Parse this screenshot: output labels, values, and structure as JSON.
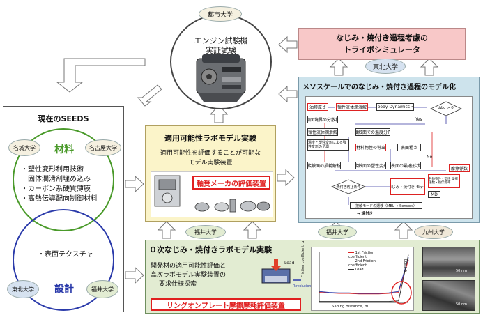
{
  "engine": {
    "org": "都市大学",
    "title_line1": "エンジン試験機",
    "title_line2": "実証試験"
  },
  "tribo_sim": {
    "title_line1": "なじみ・焼付き過程考慮の",
    "title_line2": "トライボシミュレータ",
    "org": "東北大学"
  },
  "mesoscale": {
    "title": "メソスケールでのなじみ・焼付き過程のモデル化",
    "flow": {
      "n1": "油膜厚さ",
      "n2": "熱弾性流体潤滑解析",
      "n3": "Multi-body Dynamics + FEM",
      "n4": "摺動面境界の分散状態",
      "n5": "Yes",
      "n6": "ΔLc > 0",
      "n7": "熱弾性流体潤滑解析",
      "n8": "接触面での温度分布",
      "n9": "温度と塑性変形による弾性変形の予測",
      "n10": "材料物性の導出",
      "n11": "表面粗さ",
      "n12": "接触面の損耗解析",
      "n13": "接触面の塑性変形",
      "n14": "表面の最適形状",
      "n15": "No",
      "n16": "焼付き防止条件",
      "n17": "なじみ・焼付き モデル",
      "n18": "各熱物性・塑性 摩擦係数・熱伝導率",
      "n19": "MD",
      "n20": "摩擦係数",
      "n21": "接触モードの遷移（MBL → Sensors）",
      "n22": "→ 焼付き"
    }
  },
  "seeds": {
    "title": "現在のSEEDS",
    "material_label": "材料",
    "org_meijo": "名城大学",
    "org_nagoya": "名古屋大学",
    "materials": [
      "・塑性変形利用技術",
      "　固体潤滑剤埋め込み",
      "・カーボン系硬質薄膜",
      "・高熱伝導配向制御材料"
    ],
    "surface_texture": "・表面テクスチャ",
    "design_label": "設計",
    "org_tohoku": "東北大学",
    "org_fukui": "福井大学"
  },
  "lab_model": {
    "title": "適用可能性ラボモデル実験",
    "desc_line1": "適用可能性を評価することが可能な",
    "desc_line2": "モデル実験装置",
    "device_label": "軸受メーカの評価装置",
    "org_fukui": "福井大学"
  },
  "zero_order": {
    "title": "０次なじみ・焼付きラボモデル実験",
    "desc_line1": "開発材の適用可能性評価と",
    "desc_line2": "高次ラボモデル実験装置の",
    "desc_line3": "要求仕様探索",
    "load_label": "Load",
    "rev_label": "Revolution",
    "device_label": "リングオンプレート摩擦摩耗評価装置",
    "org_fukui": "福井大学",
    "org_kyushu": "九州大学"
  },
  "chart_data": {
    "type": "line",
    "xlabel": "Sliding distance, m",
    "ylabel": "Friction coefficient, μ",
    "y2label": "Load, N",
    "series": [
      {
        "name": "1st Friction coefficient",
        "values": [
          0.2,
          0.19,
          0.18,
          0.18,
          0.17,
          0.17,
          0.17,
          0.18,
          0.2,
          0.85
        ]
      },
      {
        "name": "2nd Friction coefficient",
        "values": [
          0.22,
          0.2,
          0.19,
          0.19,
          0.18,
          0.18,
          0.18,
          0.19,
          0.22,
          0.9
        ]
      },
      {
        "name": "Load",
        "values": [
          0.02,
          0.02,
          0.02,
          0.02,
          0.02,
          0.02,
          0.02,
          0.02,
          0.03,
          0.95
        ]
      }
    ],
    "micro_labels": [
      "50 nm",
      "50 nm"
    ]
  },
  "colors": {
    "engine_bg": "#ffffff",
    "tribo_bg": "#f8c8c8",
    "meso_bg": "#cde3ec",
    "lab_bg": "#fbf4c9",
    "zero_bg": "#e2ecd2",
    "seeds_green": "#4a9a2a",
    "seeds_blue": "#2a3aaa",
    "device_red": "#e02020",
    "badge_fill": "#f5f0e0"
  }
}
